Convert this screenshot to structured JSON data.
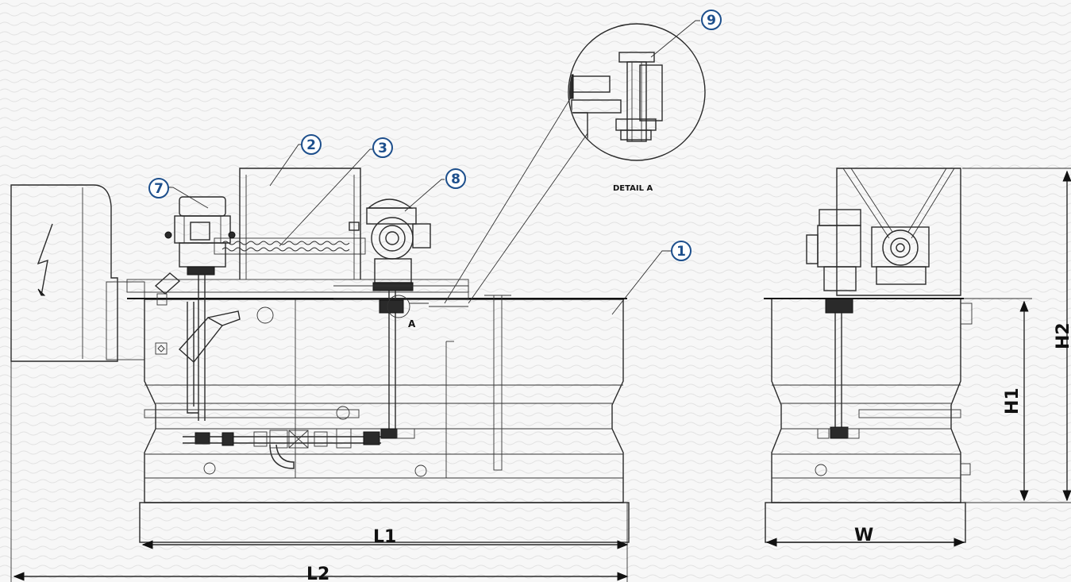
{
  "drawing": {
    "callouts": [
      {
        "id": "callout-1",
        "label": "1"
      },
      {
        "id": "callout-2",
        "label": "2"
      },
      {
        "id": "callout-3",
        "label": "3"
      },
      {
        "id": "callout-7",
        "label": "7"
      },
      {
        "id": "callout-8",
        "label": "8"
      },
      {
        "id": "callout-9",
        "label": "9"
      }
    ],
    "detail_label": "DETAIL A",
    "detail_marker": "A",
    "dimensions": {
      "l1": "L1",
      "l2": "L2",
      "w": "W",
      "h1": "H1",
      "h2": "H2"
    },
    "colors": {
      "callout": "#1d4f8c",
      "line": "#2a2a2a",
      "background": "#f7f7f7"
    },
    "icons": [
      "electric-hazard-icon"
    ]
  }
}
